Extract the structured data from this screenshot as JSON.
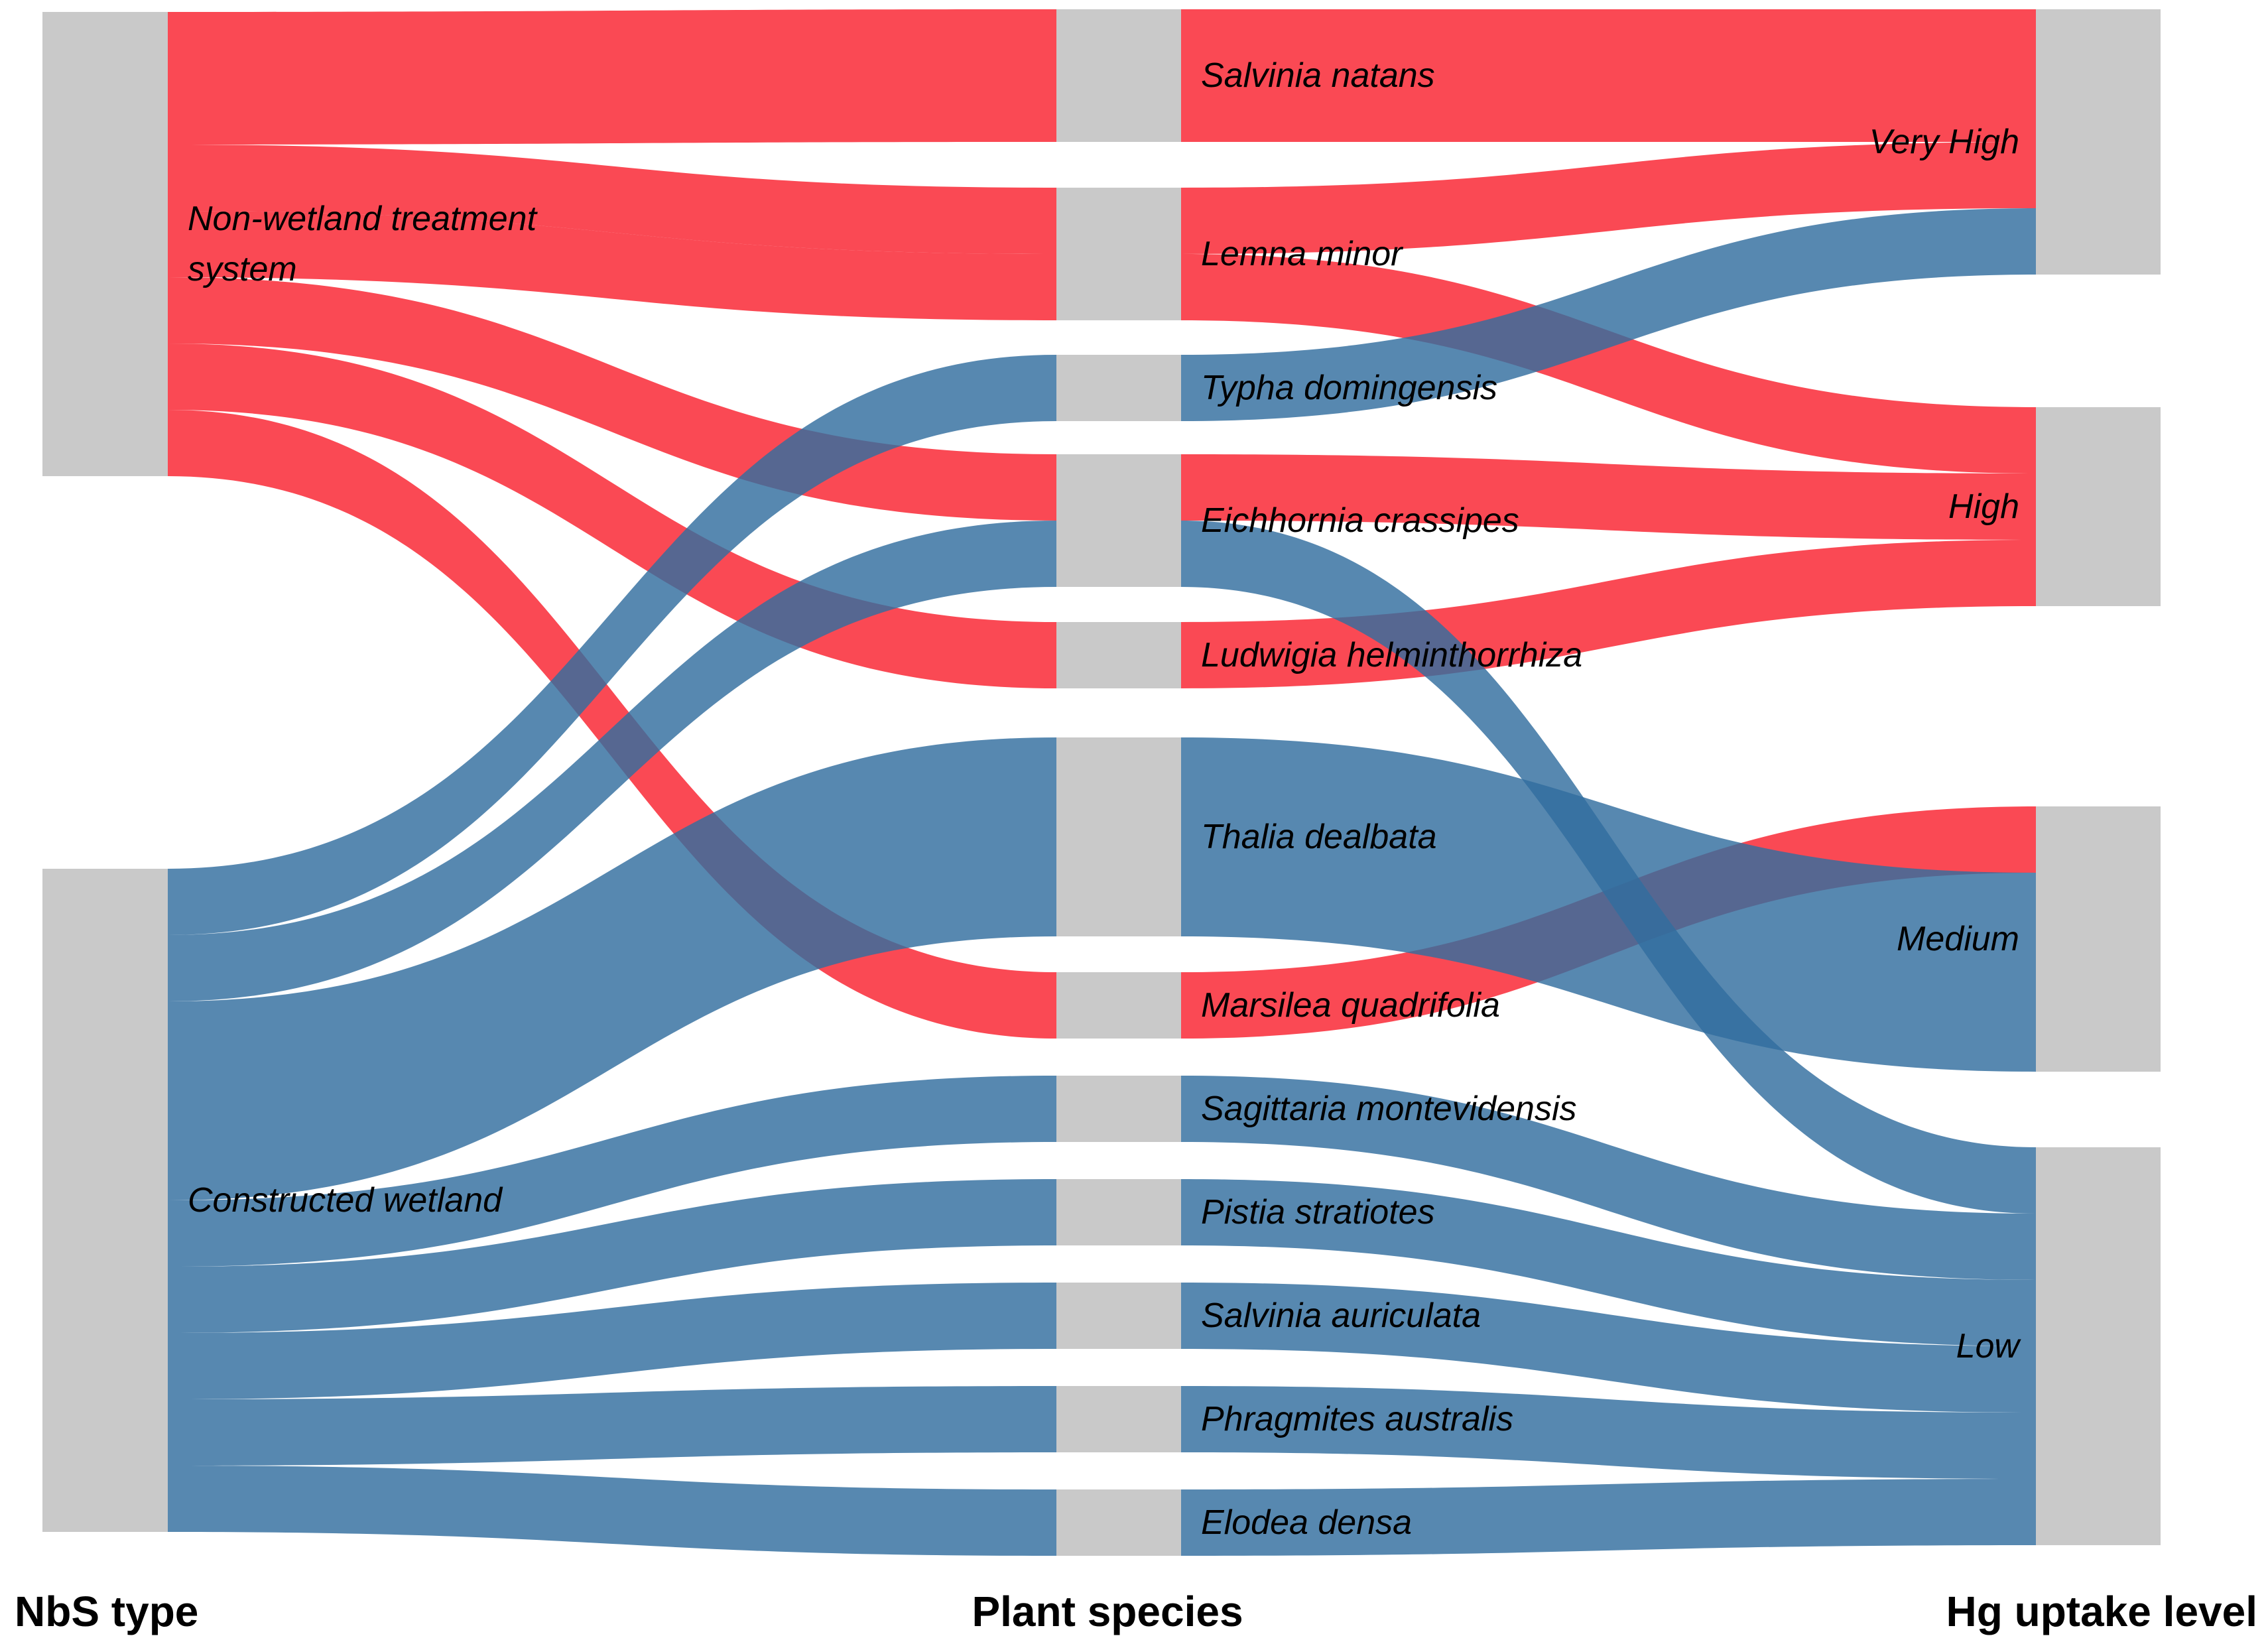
{
  "chart_data": {
    "type": "sankey",
    "variant": "alluvial-3-axis",
    "axis_titles": [
      "NbS type",
      "Plant species",
      "Hg uptake level"
    ],
    "legend_position": "none",
    "grid": false,
    "colors": {
      "non_wetland_flow": "#F9212E",
      "constructed_flow": "#326E9F",
      "node": "#C9C9C9",
      "label_text": "#000000",
      "background": "#FFFFFF"
    },
    "flow_opacity": 0.82,
    "columns": [
      {
        "name": "NbS type",
        "nodes": [
          {
            "id": "non_wetland",
            "label_lines": [
              "Non-wetland treatment",
              "system"
            ],
            "value": 7
          },
          {
            "id": "constructed_wetland",
            "label_lines": [
              "Constructed wetland"
            ],
            "value": 10
          }
        ]
      },
      {
        "name": "Plant species",
        "nodes": [
          {
            "id": "salvinia_natans",
            "label_lines": [
              "Salvinia natans"
            ],
            "value": 2
          },
          {
            "id": "lemna_minor",
            "label_lines": [
              "Lemna minor"
            ],
            "value": 2
          },
          {
            "id": "typha_domingensis",
            "label_lines": [
              "Typha domingensis"
            ],
            "value": 1
          },
          {
            "id": "eichhornia_crassipes",
            "label_lines": [
              "Eichhornia crassipes"
            ],
            "value": 2
          },
          {
            "id": "ludwigia_helminthorrhiza",
            "label_lines": [
              "Ludwigia helminthorrhiza"
            ],
            "value": 1
          },
          {
            "id": "thalia_dealbata",
            "label_lines": [
              "Thalia dealbata"
            ],
            "value": 3
          },
          {
            "id": "marsilea_quadrifolia",
            "label_lines": [
              "Marsilea quadrifolia"
            ],
            "value": 1
          },
          {
            "id": "sagittaria_montevidensis",
            "label_lines": [
              "Sagittaria montevidensis"
            ],
            "value": 1
          },
          {
            "id": "pistia_stratiotes",
            "label_lines": [
              "Pistia stratiotes"
            ],
            "value": 1
          },
          {
            "id": "salvinia_auriculata",
            "label_lines": [
              "Salvinia auriculata"
            ],
            "value": 1
          },
          {
            "id": "phragmites_australis",
            "label_lines": [
              "Phragmites australis"
            ],
            "value": 1
          },
          {
            "id": "elodea_densa",
            "label_lines": [
              "Elodea densa"
            ],
            "value": 1
          }
        ]
      },
      {
        "name": "Hg uptake level",
        "nodes": [
          {
            "id": "very_high",
            "label_lines": [
              "Very High"
            ],
            "value": 4
          },
          {
            "id": "high",
            "label_lines": [
              "High"
            ],
            "value": 3
          },
          {
            "id": "medium",
            "label_lines": [
              "Medium"
            ],
            "value": 4
          },
          {
            "id": "low",
            "label_lines": [
              "Low"
            ],
            "value": 6
          }
        ]
      }
    ],
    "links": [
      {
        "nbs": "non_wetland",
        "species": "salvinia_natans",
        "level": "very_high",
        "group": "non_wetland_flow",
        "value": 2
      },
      {
        "nbs": "non_wetland",
        "species": "lemna_minor",
        "level": "very_high",
        "group": "non_wetland_flow",
        "value": 1
      },
      {
        "nbs": "non_wetland",
        "species": "lemna_minor",
        "level": "high",
        "group": "non_wetland_flow",
        "value": 1
      },
      {
        "nbs": "non_wetland",
        "species": "eichhornia_crassipes",
        "level": "high",
        "group": "non_wetland_flow",
        "value": 1
      },
      {
        "nbs": "non_wetland",
        "species": "ludwigia_helminthorrhiza",
        "level": "high",
        "group": "non_wetland_flow",
        "value": 1
      },
      {
        "nbs": "non_wetland",
        "species": "marsilea_quadrifolia",
        "level": "medium",
        "group": "non_wetland_flow",
        "value": 1
      },
      {
        "nbs": "constructed_wetland",
        "species": "typha_domingensis",
        "level": "very_high",
        "group": "constructed_flow",
        "value": 1
      },
      {
        "nbs": "constructed_wetland",
        "species": "eichhornia_crassipes",
        "level": "low",
        "group": "constructed_flow",
        "value": 1
      },
      {
        "nbs": "constructed_wetland",
        "species": "thalia_dealbata",
        "level": "medium",
        "group": "constructed_flow",
        "value": 3
      },
      {
        "nbs": "constructed_wetland",
        "species": "sagittaria_montevidensis",
        "level": "low",
        "group": "constructed_flow",
        "value": 1
      },
      {
        "nbs": "constructed_wetland",
        "species": "pistia_stratiotes",
        "level": "low",
        "group": "constructed_flow",
        "value": 1
      },
      {
        "nbs": "constructed_wetland",
        "species": "salvinia_auriculata",
        "level": "low",
        "group": "constructed_flow",
        "value": 1
      },
      {
        "nbs": "constructed_wetland",
        "species": "phragmites_australis",
        "level": "low",
        "group": "constructed_flow",
        "value": 1
      },
      {
        "nbs": "constructed_wetland",
        "species": "elodea_densa",
        "level": "low",
        "group": "constructed_flow",
        "value": 1
      }
    ]
  }
}
